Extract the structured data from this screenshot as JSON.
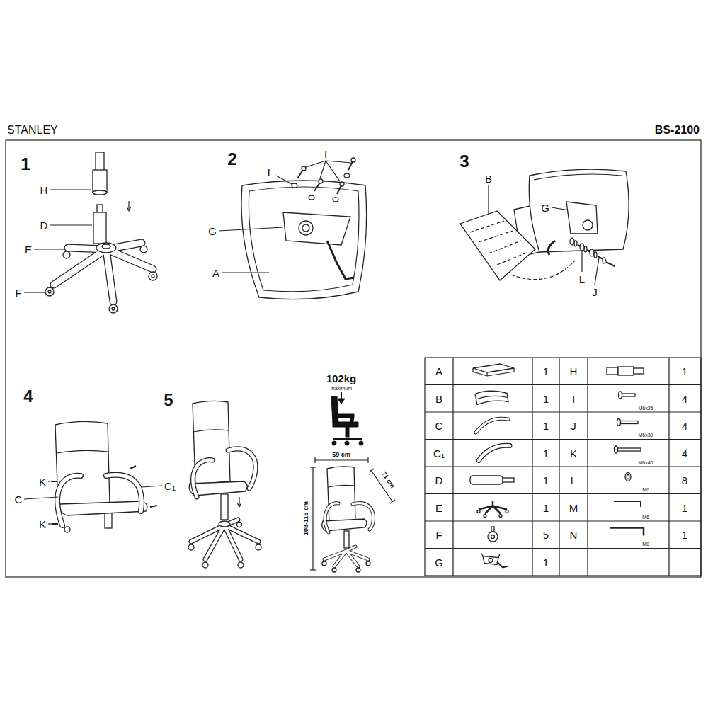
{
  "diagram": {
    "title": "STANLEY",
    "labels": [
      "BS-2100",
      "1",
      "H",
      "D",
      "E",
      "F",
      "2",
      "I",
      "L",
      "G",
      "A",
      "3",
      "B",
      "G",
      "L",
      "J",
      "4",
      "K",
      "C",
      "C₁",
      "K",
      "5",
      "102kg",
      "maximum",
      "59 cm",
      "71 cm",
      "108-115 cm",
      "A",
      "1",
      "H",
      "1",
      "B",
      "1",
      "I",
      "M6x25",
      "4",
      "C",
      "1",
      "J",
      "M6x30",
      "4",
      "C₁",
      "1",
      "K",
      "M6x40",
      "4",
      "D",
      "1",
      "L",
      "M6",
      "8",
      "E",
      "1",
      "M",
      "M6",
      "1",
      "F",
      "5",
      "N",
      "M8",
      "1",
      "G",
      "1"
    ]
  }
}
